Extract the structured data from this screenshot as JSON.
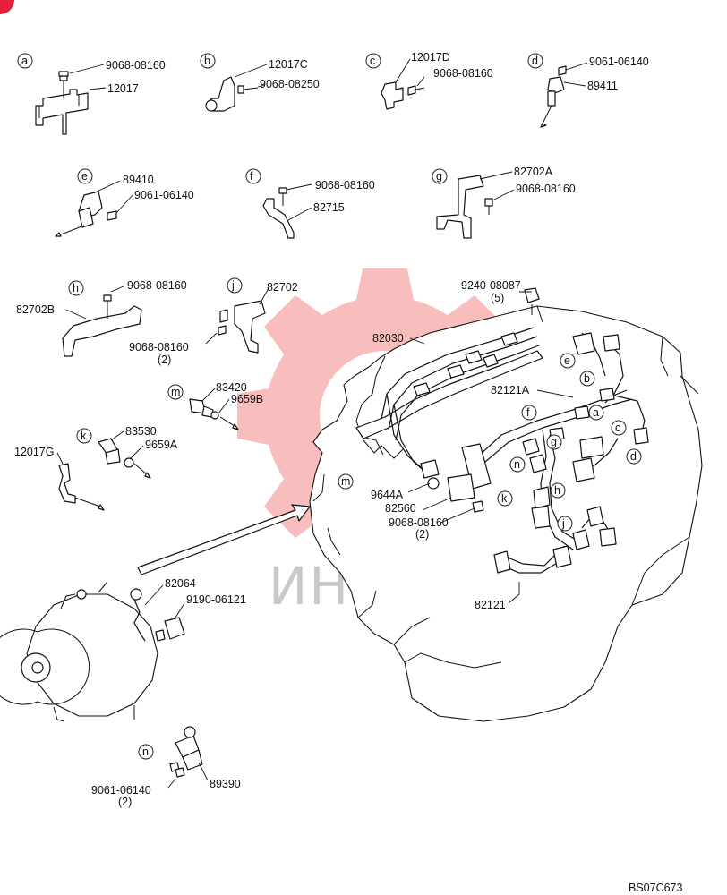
{
  "watermark": {
    "text": "ИНТЕХ",
    "gear_color": "#ef6f6f"
  },
  "drawing_code": "BS07C673",
  "callouts": {
    "a": "a",
    "b": "b",
    "c": "c",
    "d": "d",
    "e": "e",
    "f": "f",
    "g": "g",
    "h": "h",
    "j": "j",
    "k": "k",
    "m": "m",
    "n": "n"
  },
  "parts": {
    "a_bolt": "9068-08160",
    "a_bracket": "12017",
    "b_bracket": "12017C",
    "b_bolt": "9068-08250",
    "c_bracket": "12017D",
    "c_bolt": "9068-08160",
    "d_bolt": "9061-06140",
    "d_sensor": "89411",
    "e_sensor": "89410",
    "e_bolt": "9061-06140",
    "f_bolt": "9068-08160",
    "f_bracket": "82715",
    "g_bracket": "82702A",
    "g_bolt": "9068-08160",
    "h_bolt": "9068-08160",
    "h_bracket": "82702B",
    "j_bracket": "82702",
    "j_bolt": "9068-08160",
    "j_bolt_qty": "(2)",
    "m_switch": "83420",
    "m_washer": "9659B",
    "k_switch": "83530",
    "k_washer": "9659A",
    "k_bracket": "12017G",
    "clip": "9240-08087",
    "clip_qty": "(5)",
    "injector_harness": "82030",
    "sub_harness": "82121A",
    "oring": "9644A",
    "connector": "82560",
    "conn_bolt": "9068-08160",
    "conn_bolt_qty": "(2)",
    "main_harness": "82121",
    "alt_cable": "82064",
    "alt_nut": "9190-06121",
    "n_bolt": "9061-06140",
    "n_bolt_qty": "(2)",
    "n_sensor": "89390"
  }
}
